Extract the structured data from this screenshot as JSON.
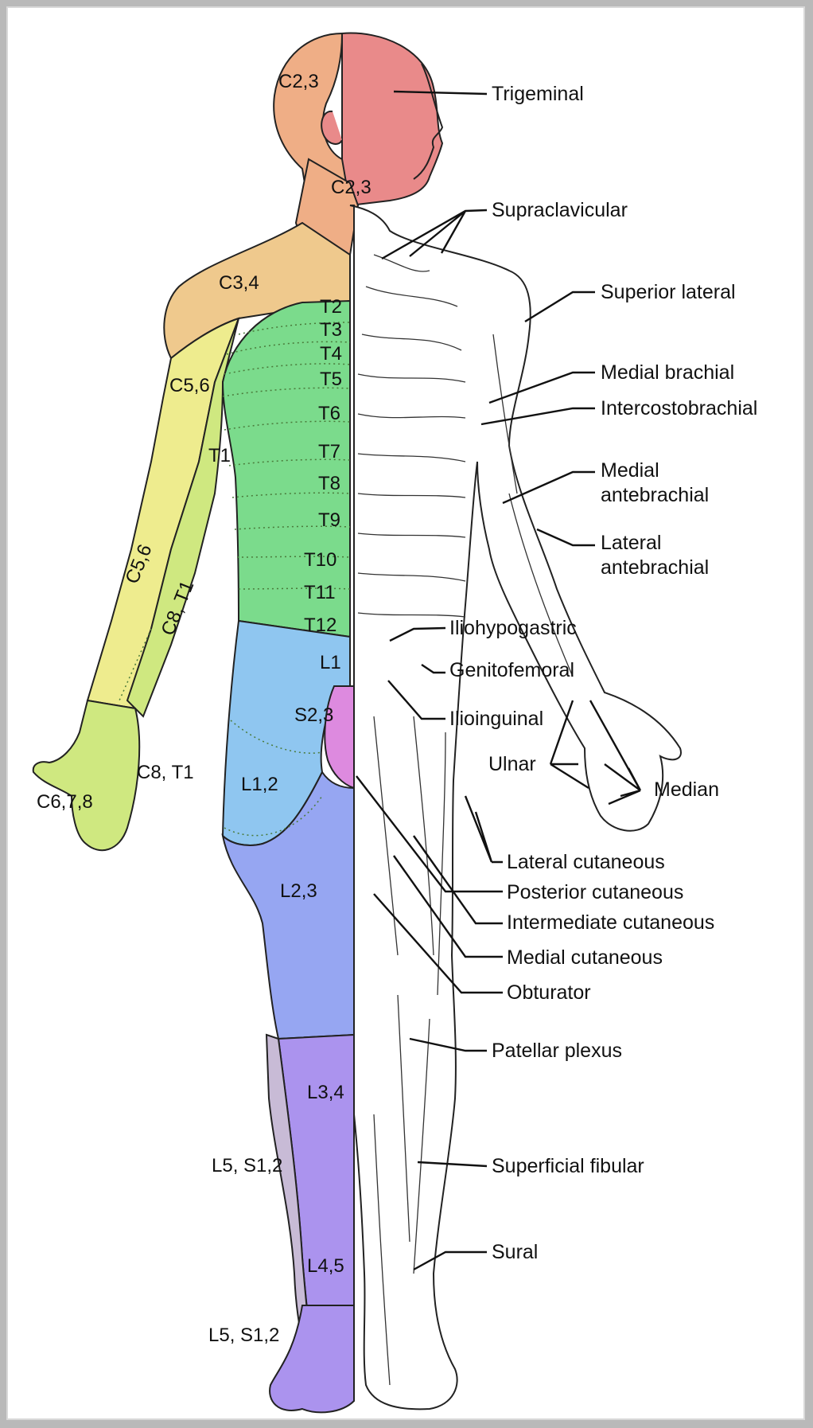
{
  "colors": {
    "head": "#e98a8a",
    "neck": "#efae86",
    "shoulder": "#efc98d",
    "arm_upper": "#eeec8e",
    "arm_lower": "#cfe880",
    "thoracic": "#7bdb8c",
    "lumbar1": "#8fc6f0",
    "lumbar2": "#96a6f2",
    "leg_lower": "#ab93ee",
    "sacral": "#dd8adf",
    "l5s12": "#c8bbd6"
  },
  "dermatomes": {
    "c23_head": "C2,3",
    "c23_neck": "C2,3",
    "c34": "C3,4",
    "c56_shoulder": "C5,6",
    "c56_arm": "C5,6",
    "c8t1_arm": "C8, T1",
    "c8t1_hand": "C8, T1",
    "c678": "C6,7,8",
    "t1": "T1",
    "t2": "T2",
    "t3": "T3",
    "t4": "T4",
    "t5": "T5",
    "t6": "T6",
    "t7": "T7",
    "t8": "T8",
    "t9": "T9",
    "t10": "T10",
    "t11": "T11",
    "t12": "T12",
    "l1": "L1",
    "s23": "S2,3",
    "l12": "L1,2",
    "l23": "L2,3",
    "l34": "L3,4",
    "l5s12_upper": "L5, S1,2",
    "l45": "L4,5",
    "l5s12_lower": "L5, S1,2"
  },
  "nerves": {
    "trigeminal": "Trigeminal",
    "supraclavicular": "Supraclavicular",
    "superior_lateral": "Superior lateral",
    "medial_brachial": "Medial brachial",
    "intercostobrachial": "Intercostobrachial",
    "medial_antebrachial_1": "Medial",
    "medial_antebrachial_2": "antebrachial",
    "lateral_antebrachial_1": "Lateral",
    "lateral_antebrachial_2": "antebrachial",
    "iliohypogastric": "Iliohypogastric",
    "genitofemoral": "Genitofemoral",
    "ilioinguinal": "Ilioinguinal",
    "ulnar": "Ulnar",
    "median": "Median",
    "lateral_cutaneous": "Lateral cutaneous",
    "posterior_cutaneous": "Posterior cutaneous",
    "intermediate_cutaneous": "Intermediate cutaneous",
    "medial_cutaneous": "Medial cutaneous",
    "obturator": "Obturator",
    "patellar_plexus": "Patellar plexus",
    "superficial_fibular": "Superficial fibular",
    "sural": "Sural"
  }
}
